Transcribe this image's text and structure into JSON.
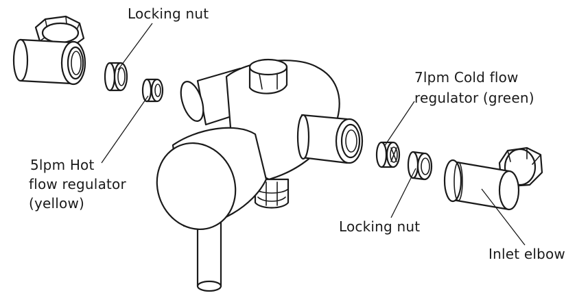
{
  "labels": {
    "locking_nut_top": "Locking nut",
    "cold_regulator_line1": "7lpm Cold flow",
    "cold_regulator_line2": "regulator (green)",
    "hot_regulator_line1": "5lpm Hot",
    "hot_regulator_line2": "flow regulator",
    "hot_regulator_line3": "(yellow)",
    "locking_nut_bottom": "Locking nut",
    "inlet_elbow": "Inlet elbow"
  },
  "colors": {
    "line": "#1a1a1a",
    "background": "#ffffff"
  }
}
